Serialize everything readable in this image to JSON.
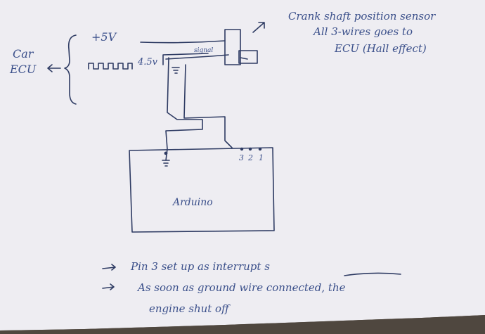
{
  "sensor_note": {
    "line1": "Crank shaft position sensor",
    "line2": "All 3-wires goes to",
    "line3": "ECU (Hall effect)"
  },
  "ecu_label": {
    "line1": "Car",
    "line2": "ECU"
  },
  "signals": {
    "supply": "+5V",
    "pulse_level": "4.5v",
    "signal_wire": "signal"
  },
  "arduino": {
    "name": "Arduino",
    "pins": [
      "3",
      "2",
      "1"
    ]
  },
  "notes": [
    "Pin 3 set up as interrupt s",
    "As soon as ground wire connected, the",
    "engine shut off"
  ],
  "colors": {
    "paper": "#f1f0f4",
    "pencil": "#2e3b63",
    "background": "#5a5046"
  }
}
